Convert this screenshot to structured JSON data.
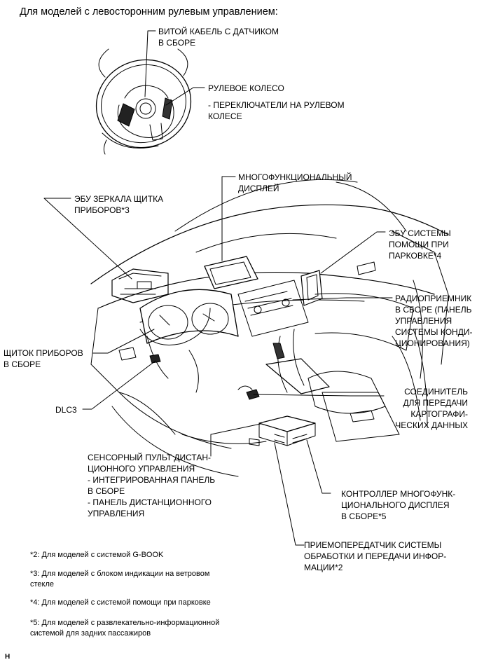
{
  "title": "Для моделей с левосторонним рулевым управлением:",
  "labels": {
    "spiral_cable": [
      "ВИТОЙ КАБЕЛЬ С ДАТЧИКОМ",
      "В СБОРЕ"
    ],
    "steering_wheel": [
      "РУЛЕВОЕ КОЛЕСО"
    ],
    "steering_switches": [
      "- ПЕРЕКЛЮЧАТЕЛИ НА РУЛЕВОМ",
      "КОЛЕСЕ"
    ],
    "multi_display": [
      "МНОГОФУНКЦИОНАЛЬНЫЙ",
      "ДИСПЛЕЙ"
    ],
    "mirror_ecu": [
      "ЭБУ ЗЕРКАЛА ЩИТКА",
      "ПРИБОРОВ*3"
    ],
    "parking_ecu": [
      "ЭБУ СИСТЕМЫ",
      "ПОМОЩИ ПРИ",
      "ПАРКОВКЕ*4"
    ],
    "radio": [
      "РАДИОПРИЕМНИК",
      "В СБОРЕ (ПАНЕЛЬ",
      "УПРАВЛЕНИЯ",
      "СИСТЕМЫ КОНДИ-",
      "ЦИОНИРОВАНИЯ)"
    ],
    "combination_meter": [
      "ЩИТОК ПРИБОРОВ",
      "В СБОРЕ"
    ],
    "dlc3": [
      "DLC3"
    ],
    "map_connector": [
      "СОЕДИНИТЕЛЬ",
      "ДЛЯ ПЕРЕДАЧИ",
      "КАРТОГРАФИ-",
      "ЧЕСКИХ ДАННЫХ"
    ],
    "remote_touch": [
      "СЕНСОРНЫЙ ПУЛЬТ ДИСТАН-",
      "ЦИОННОГО УПРАВЛЕНИЯ",
      "- ИНТЕГРИРОВАННАЯ ПАНЕЛЬ",
      "В СБОРЕ",
      "- ПАНЕЛЬ ДИСТАНЦИОННОГО",
      "УПРАВЛЕНИЯ"
    ],
    "display_controller": [
      "КОНТРОЛЛЕР МНОГОФУНК-",
      "ЦИОНАЛЬНОГО ДИСПЛЕЯ",
      "В СБОРЕ*5"
    ],
    "transceiver": [
      "ПРИЕМОПЕРЕДАТЧИК СИСТЕМЫ",
      "ОБРАБОТКИ И ПЕРЕДАЧИ ИНФОР-",
      "МАЦИИ*2"
    ]
  },
  "notes": [
    [
      "*2: Для моделей с системой G-BOOK"
    ],
    [
      "*3: Для моделей с блоком индикации на ветровом",
      "стекле"
    ],
    [
      "*4: Для моделей с системой помощи при парковке"
    ],
    [
      "*5: Для моделей с развлекательно-информационной",
      "системой для задних пассажиров"
    ]
  ],
  "corner_mark": "H"
}
